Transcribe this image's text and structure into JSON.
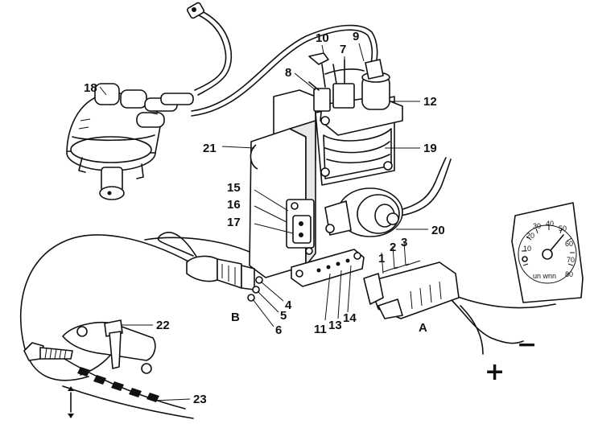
{
  "diagram": {
    "callouts": {
      "c1": "1",
      "c2": "2",
      "c3": "3",
      "c4": "4",
      "c5": "5",
      "c6": "6",
      "c7": "7",
      "c8": "8",
      "c9": "9",
      "c10": "10",
      "c11": "11",
      "c12": "12",
      "c13": "13",
      "c14": "14",
      "c15": "15",
      "c16": "16",
      "c17": "17",
      "c18": "18",
      "c19": "19",
      "c20": "20",
      "c21": "21",
      "c22": "22",
      "c23": "23"
    },
    "connector_labels": {
      "a": "A",
      "b": "B"
    },
    "polarity": {
      "plus": "+",
      "minus": "−"
    },
    "gauge_scale": [
      "10",
      "20",
      "30",
      "40",
      "50",
      "60",
      "70",
      "80"
    ],
    "gauge_text": "un wnn"
  }
}
